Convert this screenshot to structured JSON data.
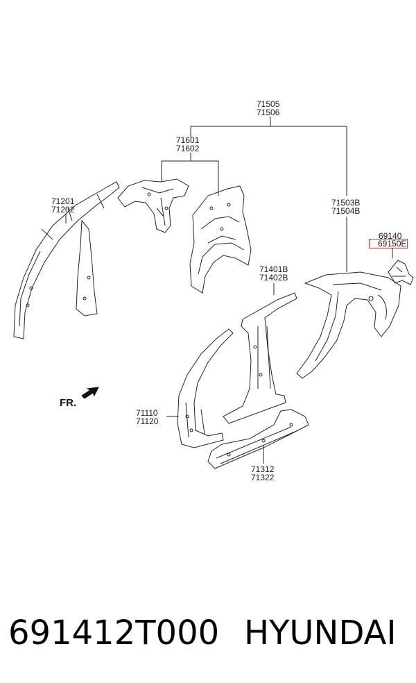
{
  "labels": {
    "l71505": "71505",
    "l71506": "71506",
    "l71601": "71601",
    "l71602": "71602",
    "l71201": "71201",
    "l71202": "71202",
    "l71503b": "71503B",
    "l71504b": "71504B",
    "l69140": "69140",
    "l69150e": "69150E",
    "l71401b": "71401B",
    "l71402b": "71402B",
    "l71110": "71110",
    "l71120": "71120",
    "l71312": "71312",
    "l71322": "71322",
    "fr": "FR."
  },
  "footer": {
    "part_number": "691412T000",
    "brand": "HYUNDAI"
  },
  "colors": {
    "highlight": "#e03030",
    "line": "#222222"
  }
}
